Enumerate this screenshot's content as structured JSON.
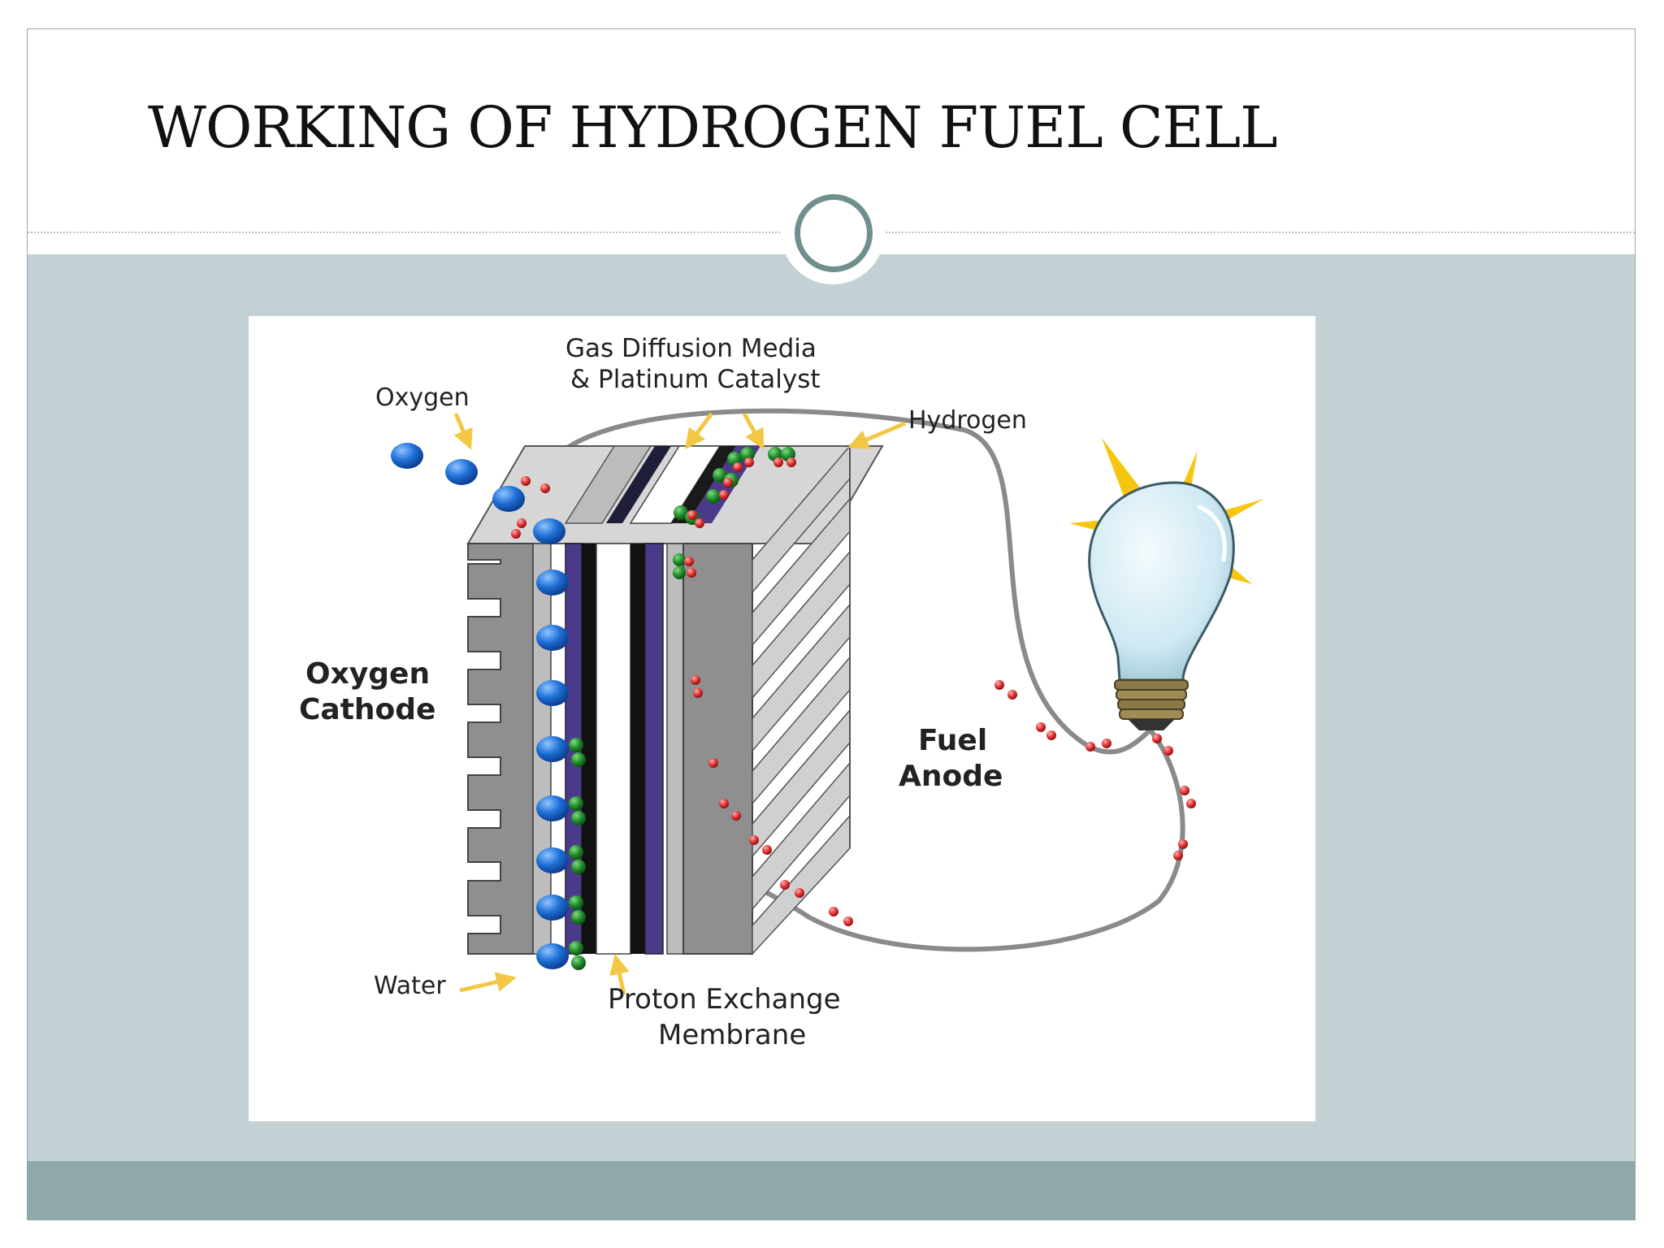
{
  "slide": {
    "title": "WORKING OF HYDROGEN FUEL CELL"
  },
  "diagram": {
    "labels": {
      "oxygen": "Oxygen",
      "gas_diffusion_line1": "Gas Diffusion Media",
      "gas_diffusion_line2": "& Platinum Catalyst",
      "hydrogen": "Hydrogen",
      "cathode_line1": "Oxygen",
      "cathode_line2": "Cathode",
      "anode_line1": "Fuel",
      "anode_line2": "Anode",
      "water": "Water",
      "membrane_line1": "Proton Exchange",
      "membrane_line2": "Membrane"
    }
  },
  "colors": {
    "content_background": "#c3d1d5",
    "footer_band": "#8fa9ab",
    "ring": "#6f908f",
    "oxygen_particle": "#1e6fd6",
    "hydrogen_particle": "#1f8a2a",
    "electron_particle": "#e03030",
    "membrane_purple": "#4b3a8c",
    "arrow_yellow": "#f2c744",
    "bulb_glass": "#cfe9f3",
    "bulb_rays": "#f6c60f"
  },
  "icons": {
    "slide_ring": "ring-icon",
    "light_bulb": "light-bulb-icon"
  }
}
